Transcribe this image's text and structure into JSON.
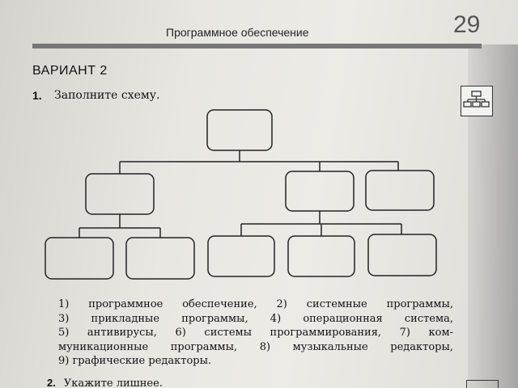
{
  "header": {
    "running_head": "Программное обеспечение",
    "page_number": "29"
  },
  "variant_title": "ВАРИАНТ 2",
  "task1": {
    "number": "1.",
    "instruction": "Заполните схему.",
    "icon": "tree-scheme-icon",
    "scheme": {
      "root": "",
      "level2": [
        "",
        "",
        ""
      ],
      "level3_left": [
        "",
        ""
      ],
      "level3_right": [
        "",
        "",
        ""
      ]
    },
    "options_lines": [
      "1) программное обеспечение, 2) системные программы,",
      "3) прикладные программы, 4) операционная система,",
      "5) антивирусы, 6) системы программирования, 7) ком-",
      "муникационные программы, 8) музыкальные редакторы,",
      "9) графические редакторы."
    ]
  },
  "task2": {
    "number": "2.",
    "instruction": "Укажите лишнее."
  }
}
